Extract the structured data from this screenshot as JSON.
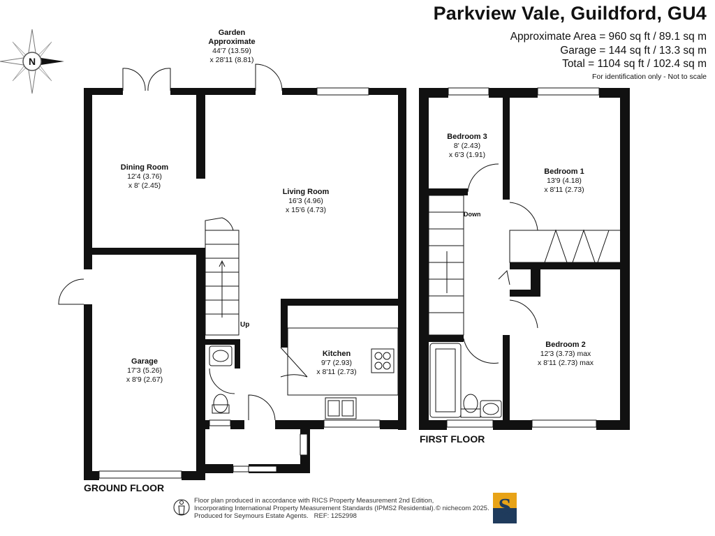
{
  "header": {
    "title": "Parkview Vale, Guildford, GU4",
    "approx_area": "Approximate Area = 960 sq ft / 89.1 sq m",
    "garage_area": "Garage = 144 sq ft / 13.3 sq m",
    "total_area": "Total = 1104 sq ft / 102.4 sq m",
    "disclaimer": "For identification only - Not to scale"
  },
  "compass": {
    "letter": "N"
  },
  "garden": {
    "name": "Garden",
    "line2": "Approximate",
    "dim1": "44'7 (13.59)",
    "dim2": "x 28'11 (8.81)"
  },
  "ground_floor": {
    "label": "GROUND FLOOR",
    "rooms": {
      "dining": {
        "name": "Dining Room",
        "dim1": "12'4 (3.76)",
        "dim2": "x 8' (2.45)"
      },
      "living": {
        "name": "Living Room",
        "dim1": "16'3 (4.96)",
        "dim2": "x 15'6 (4.73)"
      },
      "garage": {
        "name": "Garage",
        "dim1": "17'3 (5.26)",
        "dim2": "x 8'9 (2.67)"
      },
      "kitchen": {
        "name": "Kitchen",
        "dim1": "9'7 (2.93)",
        "dim2": "x 8'11 (2.73)"
      }
    },
    "stairs_label": "Up"
  },
  "first_floor": {
    "label": "FIRST FLOOR",
    "rooms": {
      "bedroom3": {
        "name": "Bedroom 3",
        "dim1": "8' (2.43)",
        "dim2": "x 6'3 (1.91)"
      },
      "bedroom1": {
        "name": "Bedroom 1",
        "dim1": "13'9 (4.18)",
        "dim2": "x 8'11 (2.73)"
      },
      "bedroom2": {
        "name": "Bedroom 2",
        "dim1": "12'3 (3.73) max",
        "dim2": "x 8'11 (2.73) max"
      }
    },
    "stairs_label": "Down"
  },
  "footer": {
    "line1": "Floor plan produced in accordance with RICS Property Measurement 2nd Edition,",
    "line2": "Incorporating International Property Measurement Standards (IPMS2 Residential).",
    "line3": "Produced for Seymours Estate Agents.",
    "ref": "REF: 1252998",
    "copyright": "© nichecom 2025.",
    "logo_letter": "S"
  },
  "colors": {
    "wall": "#111111",
    "logo_navy": "#1f3b5c",
    "logo_gold": "#e8a317"
  }
}
